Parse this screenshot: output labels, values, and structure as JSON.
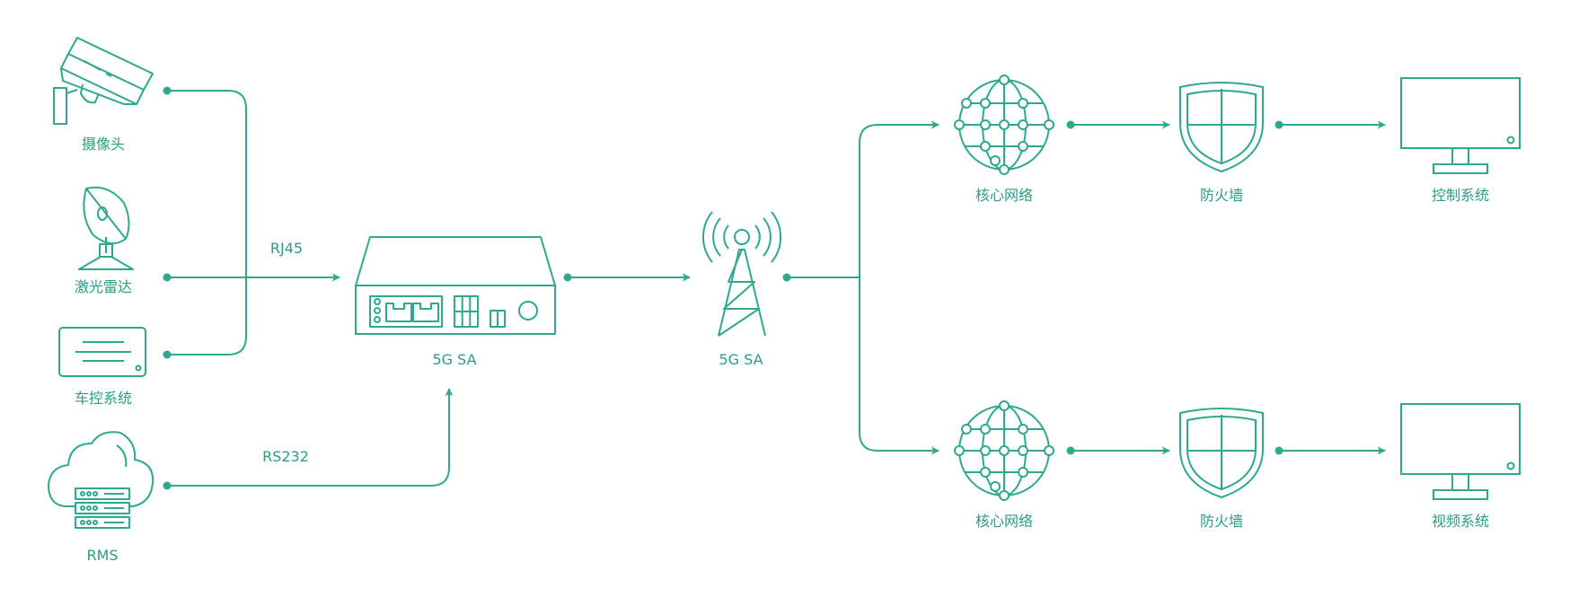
{
  "colors": {
    "stroke": "#2fa98d",
    "text": "#2a9d83",
    "background": "#ffffff"
  },
  "devices": {
    "camera": "摄像头",
    "lidar": "激光雷达",
    "vehicle_control": "车控系统",
    "rms": "RMS"
  },
  "links": {
    "rj45": "RJ45",
    "rs232": "RS232"
  },
  "router_label": "5G SA",
  "tower_label": "5G SA",
  "top_branch": {
    "core": "核心网络",
    "firewall": "防火墙",
    "system": "控制系统"
  },
  "bottom_branch": {
    "core": "核心网络",
    "firewall": "防火墙",
    "system": "视频系统"
  },
  "icons": [
    "camera-icon",
    "lidar-icon",
    "vehicle-control-icon",
    "cloud-server-icon",
    "router-icon",
    "cell-tower-icon",
    "globe-icon",
    "shield-icon",
    "monitor-icon"
  ]
}
